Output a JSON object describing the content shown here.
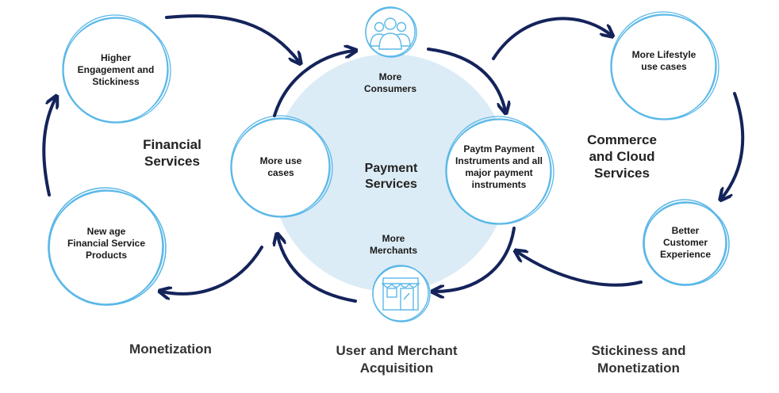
{
  "center": {
    "label": "Payment Services"
  },
  "nodes": {
    "more_consumers": "More Consumers",
    "more_merchants": "More Merchants",
    "more_use_cases": "More use cases",
    "paytm_instruments": "Paytm Payment Instruments and all major payment instruments",
    "higher_engagement": "Higher Engagement and Stickiness",
    "new_age_financial": "New age Financial Service Products",
    "more_lifestyle": "More Lifestyle use cases",
    "better_customer": "Better Customer Experience"
  },
  "sections": {
    "financial": "Financial Services",
    "commerce": "Commerce and Cloud Services"
  },
  "captions": {
    "monetization": "Monetization",
    "user_merchant": "User and Merchant Acquisition",
    "stickiness": "Stickiness and Monetization"
  },
  "icons": {
    "consumers": "people-group-icon",
    "merchants": "storefront-icon"
  },
  "colors": {
    "circle_stroke": "#5bb8e8",
    "arrow": "#14235a",
    "center_fill": "#dcecf6"
  }
}
